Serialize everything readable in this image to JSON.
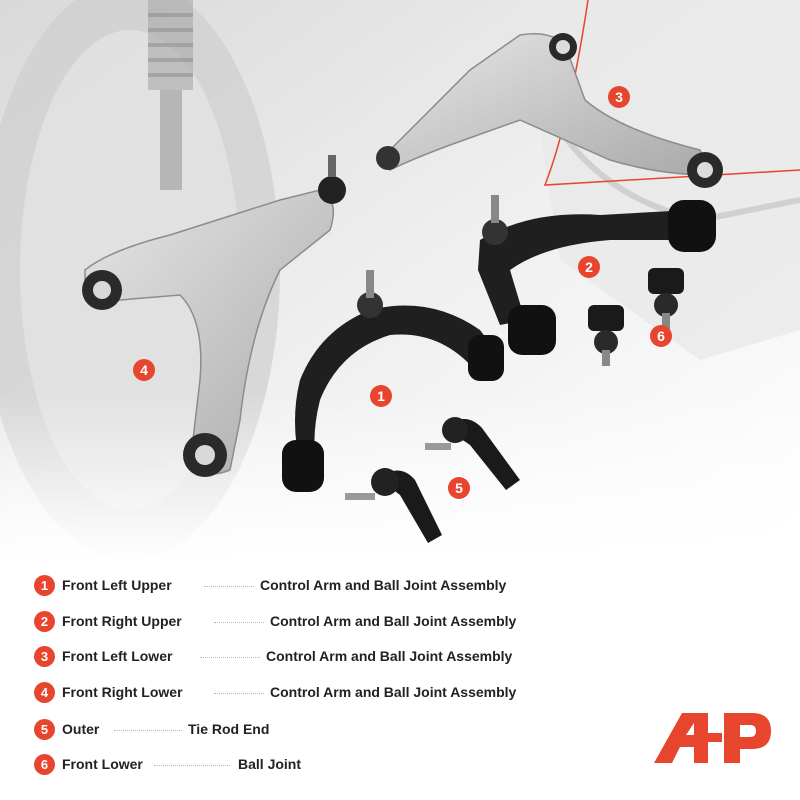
{
  "colors": {
    "accent": "#e8452e",
    "text": "#222222",
    "arm": "#bfbfbf",
    "part": "#1a1a1a"
  },
  "markers": [
    "1",
    "2",
    "3",
    "4",
    "5",
    "6"
  ],
  "legend": [
    {
      "num": "1",
      "left": "Front Left Upper",
      "right": "Control Arm and Ball Joint Assembly"
    },
    {
      "num": "2",
      "left": "Front Right Upper",
      "right": "Control Arm and Ball Joint Assembly"
    },
    {
      "num": "3",
      "left": "Front Left Lower",
      "right": "Control Arm and Ball Joint Assembly"
    },
    {
      "num": "4",
      "left": "Front Right Lower",
      "right": "Control Arm and Ball Joint Assembly"
    },
    {
      "num": "5",
      "left": "Outer",
      "right": "Tie Rod End"
    },
    {
      "num": "6",
      "left": "Front Lower",
      "right": "Ball Joint"
    }
  ],
  "logo": {
    "name": "brand-logo-icon"
  }
}
